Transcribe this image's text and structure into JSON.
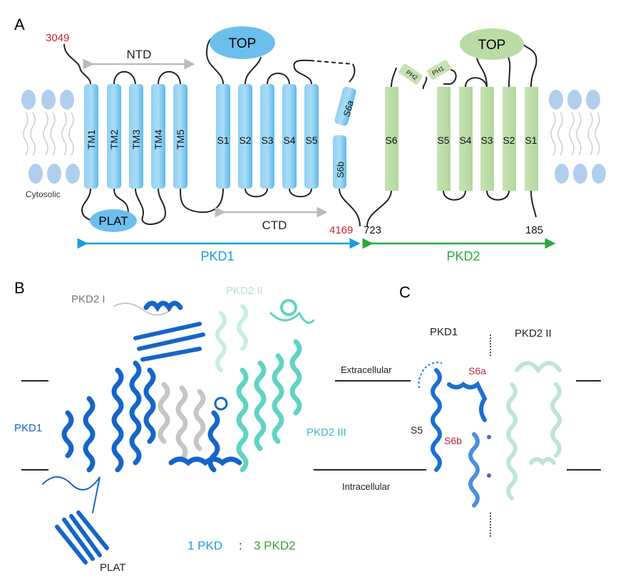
{
  "panel_a": {
    "label": "A",
    "pkd1_start": "3049",
    "ntd": "NTD",
    "top_pkd1": "TOP",
    "top_pkd2": "TOP",
    "pkd1_helices": [
      "TM1",
      "TM2",
      "TM3",
      "TM4",
      "TM5",
      "S1",
      "S2",
      "S3",
      "S4",
      "S5"
    ],
    "s6a": "S6a",
    "s6b": "S6b",
    "pkd2_helices": [
      "S6",
      "S5",
      "S4",
      "S3",
      "S2",
      "S1"
    ],
    "ph2": "PH2",
    "ph1": "PH1",
    "cytosolic": "Cytosolic",
    "plat": "PLAT",
    "ctd": "CTD",
    "pkd1_end": "4169",
    "pkd2_end": "723",
    "pkd2_start": "185",
    "pkd1_label": "PKD1",
    "pkd2_label": "PKD2",
    "colors": {
      "pkd1": "#1a9be0",
      "pkd2": "#2ea83a",
      "residue": "#d0202a"
    }
  },
  "panel_b": {
    "label": "B",
    "pkd2_i": "PKD2 I",
    "pkd2_ii": "PKD2 II",
    "pkd1": "PKD1",
    "pkd2_iii": "PKD2 III",
    "plat": "PLAT",
    "ratio_left": "1 PKD",
    "ratio_sep": ":",
    "ratio_right": "3 PKD2",
    "extracellular": "Extracellular",
    "intracellular": "Intracellular"
  },
  "panel_c": {
    "label": "C",
    "pkd1": "PKD1",
    "pkd2_ii": "PKD2 II",
    "s6a": "S6a",
    "s5": "S5",
    "s6b": "S6b"
  }
}
